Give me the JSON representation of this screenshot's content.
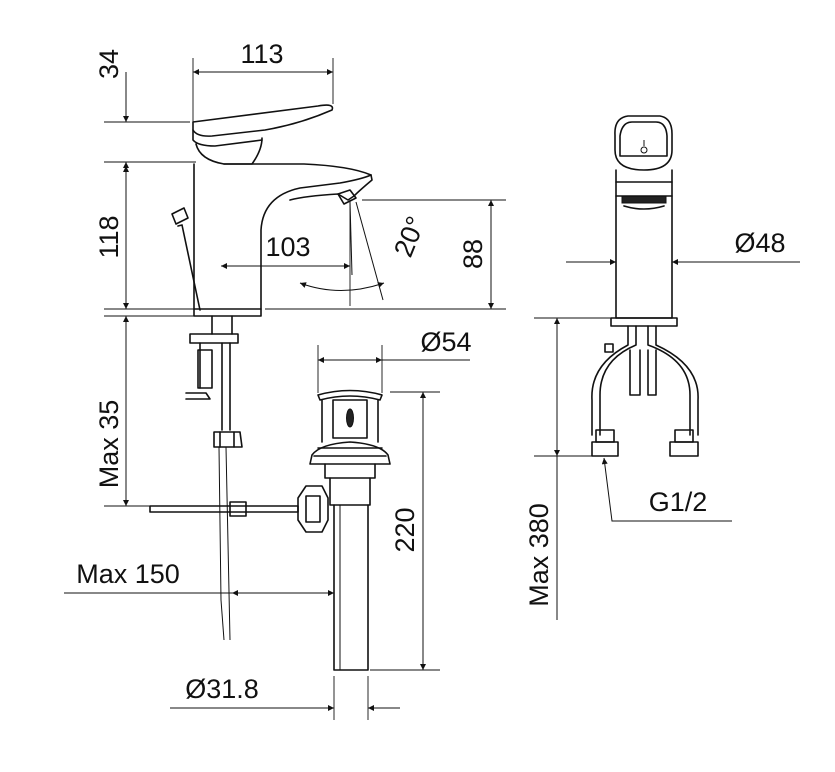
{
  "dimensions": {
    "handle_height": "34",
    "reach_top": "113",
    "body_height": "118",
    "spout_reach": "103",
    "spout_angle": "20°",
    "spout_height": "88",
    "body_diameter": "Ø48",
    "base_diameter": "Ø54",
    "max_35": "Max 35",
    "waste_length": "220",
    "max_150": "Max 150",
    "tail_diameter": "Ø31.8",
    "max_380": "Max 380",
    "thread": "G1/2"
  },
  "colors": {
    "line": "#111111",
    "background": "#ffffff"
  }
}
